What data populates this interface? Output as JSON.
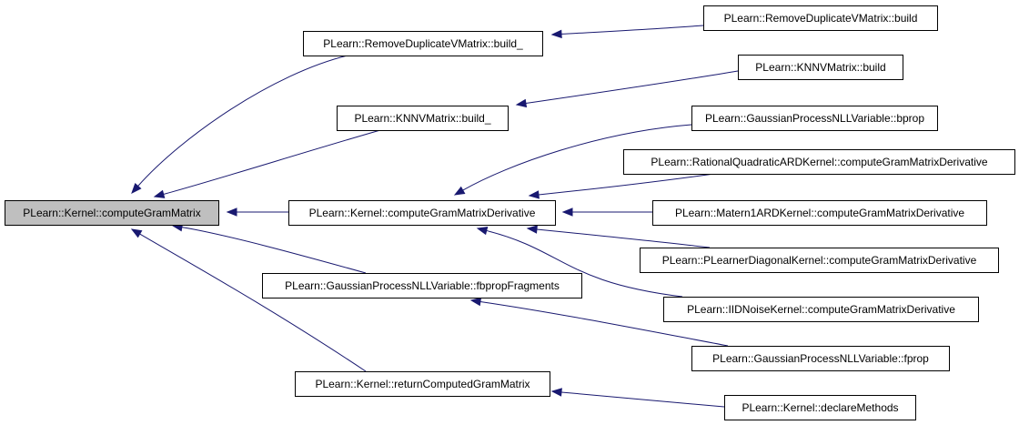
{
  "diagram": {
    "type": "caller-graph",
    "colors": {
      "edge": "#191970",
      "root_fill": "#bfbfbf",
      "node_fill": "#ffffff",
      "border": "#000000"
    },
    "nodes": [
      {
        "id": "root",
        "label": "PLearn::Kernel::computeGramMatrix",
        "root": true
      },
      {
        "id": "rdvm_build_",
        "label": "PLearn::RemoveDuplicateVMatrix::build_"
      },
      {
        "id": "rdvm_build",
        "label": "PLearn::RemoveDuplicateVMatrix::build"
      },
      {
        "id": "knnv_build_",
        "label": "PLearn::KNNVMatrix::build_"
      },
      {
        "id": "knnv_build",
        "label": "PLearn::KNNVMatrix::build"
      },
      {
        "id": "cgmd",
        "label": "PLearn::Kernel::computeGramMatrixDerivative"
      },
      {
        "id": "gpnll_bprop",
        "label": "PLearn::GaussianProcessNLLVariable::bprop"
      },
      {
        "id": "rq_ard",
        "label": "PLearn::RationalQuadraticARDKernel::computeGramMatrixDerivative"
      },
      {
        "id": "matern",
        "label": "PLearn::Matern1ARDKernel::computeGramMatrixDerivative"
      },
      {
        "id": "pldiag",
        "label": "PLearn::PLearnerDiagonalKernel::computeGramMatrixDerivative"
      },
      {
        "id": "iid",
        "label": "PLearn::IIDNoiseKernel::computeGramMatrixDerivative"
      },
      {
        "id": "gpnll_fbprop",
        "label": "PLearn::GaussianProcessNLLVariable::fbpropFragments"
      },
      {
        "id": "gpnll_fprop",
        "label": "PLearn::GaussianProcessNLLVariable::fprop"
      },
      {
        "id": "rcgm",
        "label": "PLearn::Kernel::returnComputedGramMatrix"
      },
      {
        "id": "declare",
        "label": "PLearn::Kernel::declareMethods"
      }
    ],
    "edges": [
      {
        "from": "rdvm_build_",
        "to": "root"
      },
      {
        "from": "knnv_build_",
        "to": "root"
      },
      {
        "from": "cgmd",
        "to": "root"
      },
      {
        "from": "gpnll_fbprop",
        "to": "root"
      },
      {
        "from": "rcgm",
        "to": "root"
      },
      {
        "from": "rdvm_build",
        "to": "rdvm_build_"
      },
      {
        "from": "knnv_build",
        "to": "knnv_build_"
      },
      {
        "from": "gpnll_bprop",
        "to": "cgmd"
      },
      {
        "from": "rq_ard",
        "to": "cgmd"
      },
      {
        "from": "matern",
        "to": "cgmd"
      },
      {
        "from": "pldiag",
        "to": "cgmd"
      },
      {
        "from": "iid",
        "to": "cgmd"
      },
      {
        "from": "gpnll_fprop",
        "to": "gpnll_fbprop"
      },
      {
        "from": "declare",
        "to": "rcgm"
      }
    ]
  }
}
